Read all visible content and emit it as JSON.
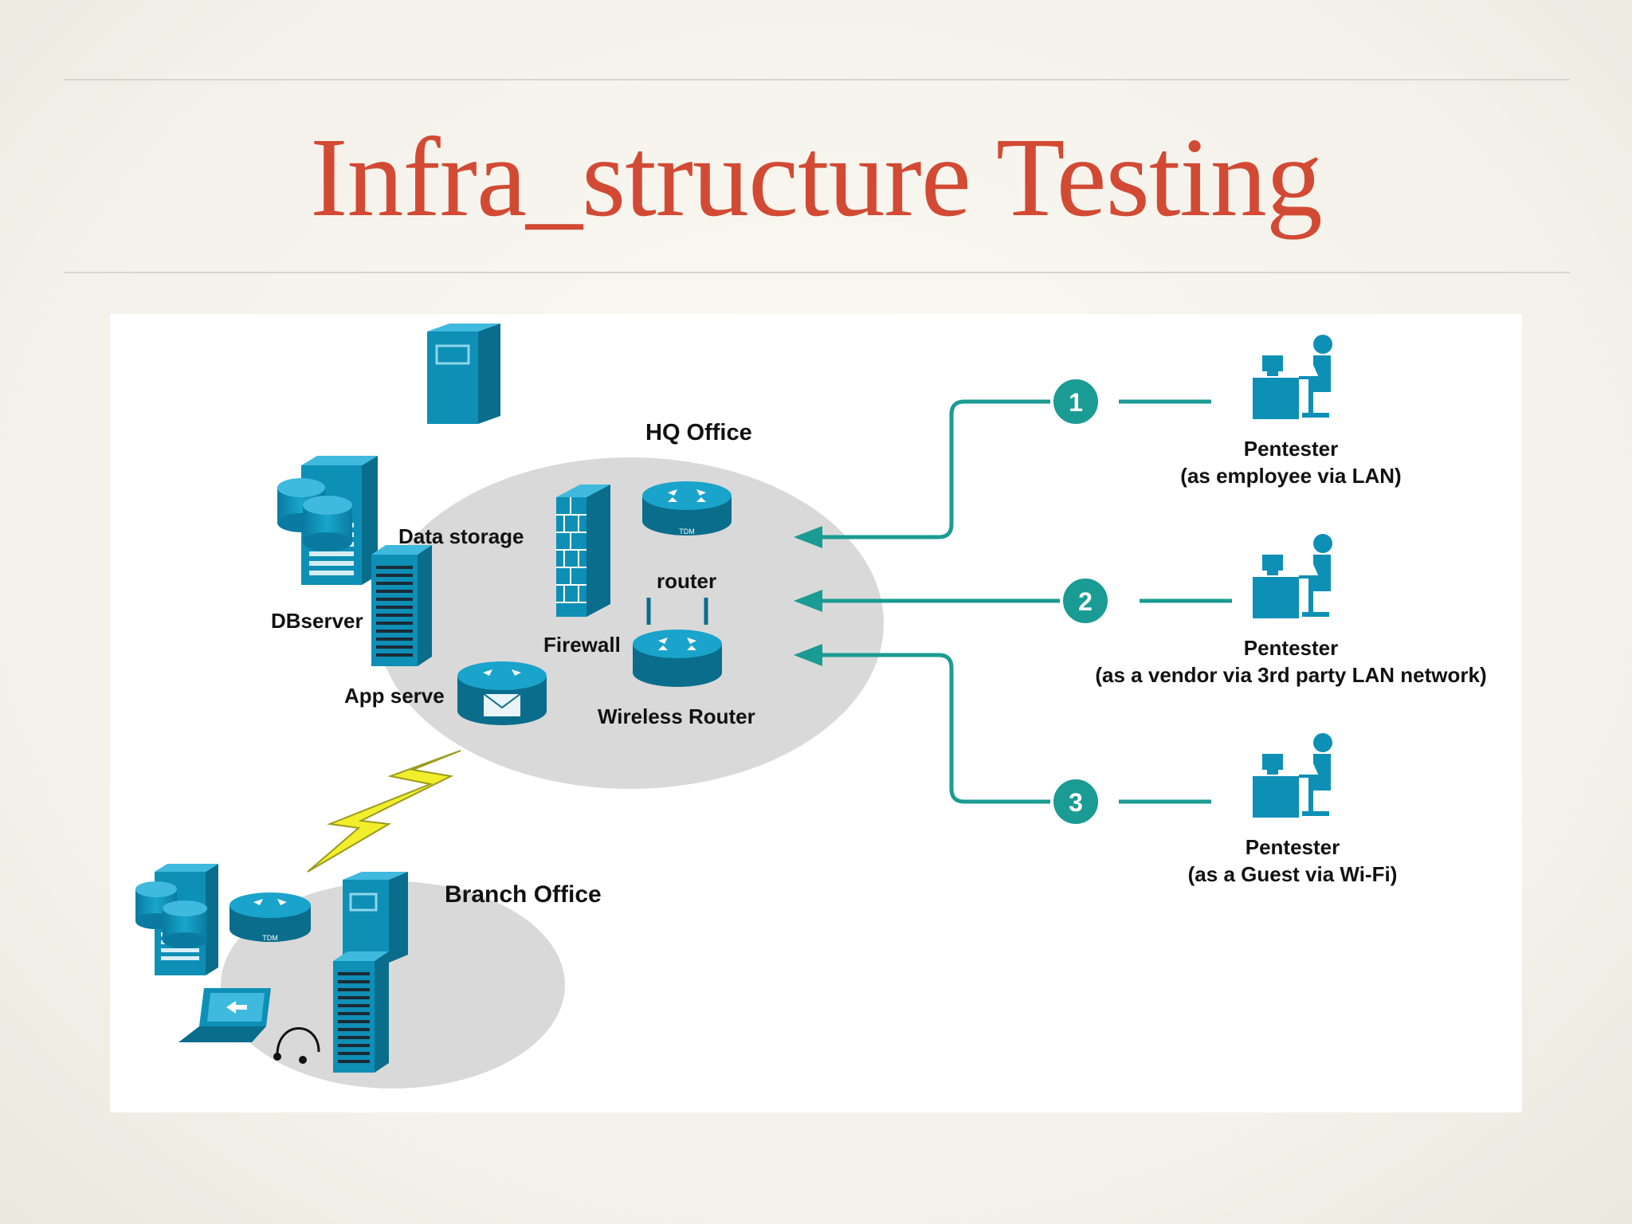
{
  "slide": {
    "title": "Infra_structure Testing"
  },
  "diagram": {
    "hq": {
      "label": "HQ Office",
      "devices": {
        "data_storage": "Data storage",
        "db_server": "DBserver",
        "firewall": "Firewall",
        "router": "router",
        "app_server": "App serve",
        "wireless_router": "Wireless Router"
      }
    },
    "branch": {
      "label": "Branch Office"
    },
    "pentesters": [
      {
        "number": "1",
        "role": "Pentester",
        "detail": "(as employee via LAN)"
      },
      {
        "number": "2",
        "role": "Pentester",
        "detail": "(as a vendor via 3rd party LAN network)"
      },
      {
        "number": "3",
        "role": "Pentester",
        "detail": "(as a Guest via Wi-Fi)"
      }
    ],
    "colors": {
      "device": "#0e8fb5",
      "device_dark": "#0a6d8c",
      "link": "#1a9b93",
      "ellipse": "#d9d9d9",
      "title": "#d24a34",
      "bolt": "#f2ee2b"
    }
  }
}
